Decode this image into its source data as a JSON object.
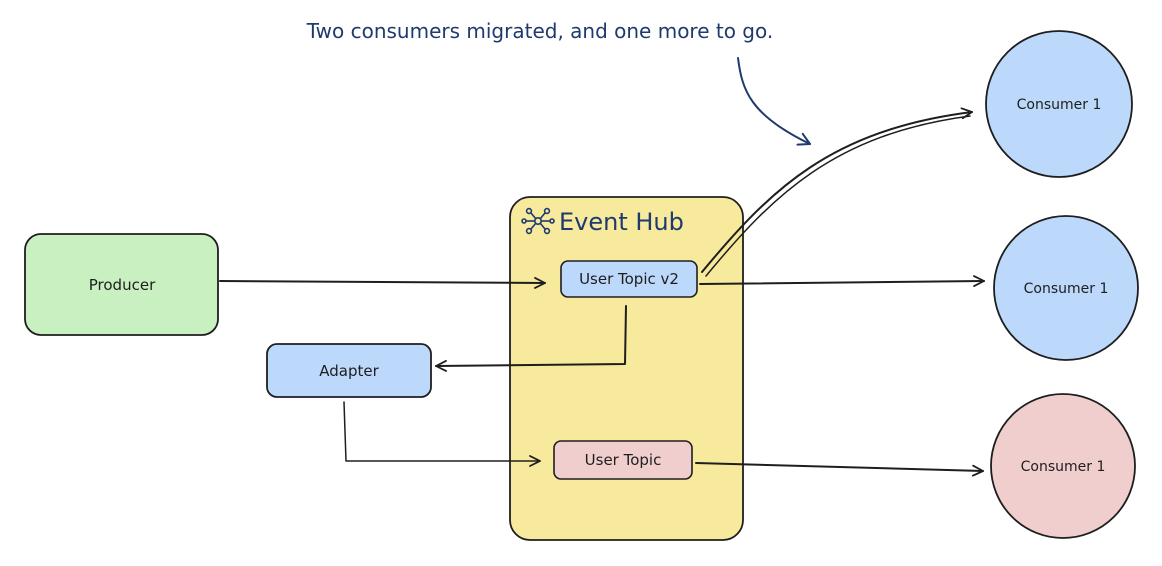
{
  "annotation": "Two consumers migrated, and one more to go.",
  "event_hub": {
    "title": "Event Hub",
    "icon": "network-hub-icon",
    "fill": "#f8ea9c"
  },
  "nodes": {
    "producer": {
      "label": "Producer",
      "fill": "#c8f0c0"
    },
    "adapter": {
      "label": "Adapter",
      "fill": "#bcd8fb"
    },
    "user_topic_v2": {
      "label": "User Topic v2",
      "fill": "#bcd8fb"
    },
    "user_topic": {
      "label": "User Topic",
      "fill": "#f0cece"
    }
  },
  "consumers": [
    {
      "label": "Consumer 1",
      "fill": "#bcd8fb"
    },
    {
      "label": "Consumer 1",
      "fill": "#bcd8fb"
    },
    {
      "label": "Consumer 1",
      "fill": "#f0cece"
    }
  ],
  "colors": {
    "stroke": "#1e1e1e",
    "annotation": "#1e3a6e"
  }
}
